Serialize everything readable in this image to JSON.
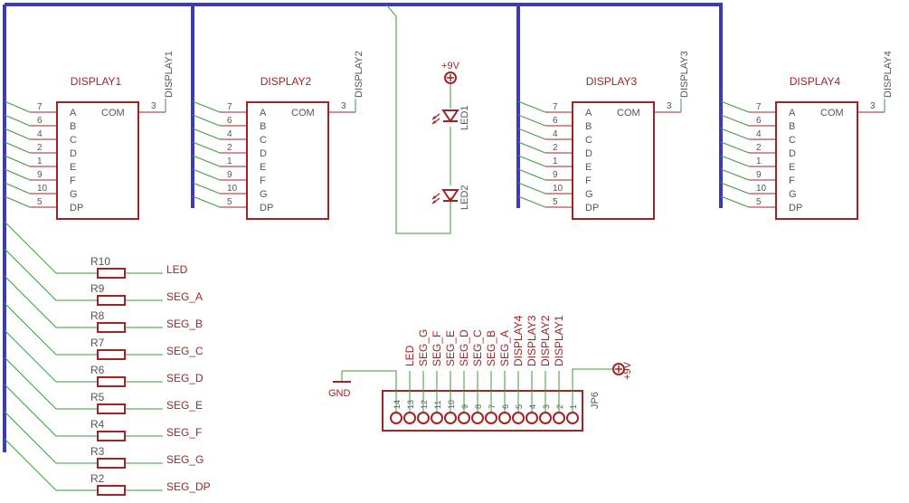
{
  "colors": {
    "bus": "#3c3cb0",
    "wire": "#3d9a3d",
    "part": "#a22323",
    "pin_text": "#555555",
    "background": "#ffffff"
  },
  "displays": [
    {
      "name": "DISPLAY1",
      "value": "DISPLAY1"
    },
    {
      "name": "DISPLAY2",
      "value": "DISPLAY2"
    },
    {
      "name": "DISPLAY3",
      "value": "DISPLAY3"
    },
    {
      "name": "DISPLAY4",
      "value": "DISPLAY4"
    }
  ],
  "display_pins": [
    {
      "num": "7",
      "seg": "A"
    },
    {
      "num": "6",
      "seg": "B"
    },
    {
      "num": "4",
      "seg": "C"
    },
    {
      "num": "2",
      "seg": "D"
    },
    {
      "num": "1",
      "seg": "E"
    },
    {
      "num": "9",
      "seg": "F"
    },
    {
      "num": "10",
      "seg": "G"
    },
    {
      "num": "5",
      "seg": "DP"
    }
  ],
  "com_pin": {
    "label": "COM",
    "num": "3"
  },
  "leds": [
    "LED1",
    "LED2"
  ],
  "power_label": "+9V",
  "resistors": [
    {
      "name": "R10",
      "net": "LED"
    },
    {
      "name": "R9",
      "net": "SEG_A"
    },
    {
      "name": "R8",
      "net": "SEG_B"
    },
    {
      "name": "R7",
      "net": "SEG_C"
    },
    {
      "name": "R6",
      "net": "SEG_D"
    },
    {
      "name": "R5",
      "net": "SEG_E"
    },
    {
      "name": "R4",
      "net": "SEG_F"
    },
    {
      "name": "R3",
      "net": "SEG_G"
    },
    {
      "name": "R2",
      "net": "SEG_DP"
    }
  ],
  "connector": {
    "name": "JP6",
    "pins": [
      {
        "num": "14",
        "net": ""
      },
      {
        "num": "13",
        "net": "LED"
      },
      {
        "num": "12",
        "net": "SEG_G"
      },
      {
        "num": "11",
        "net": "SEG_F"
      },
      {
        "num": "10",
        "net": "SEG_E"
      },
      {
        "num": "9",
        "net": "SEG_D"
      },
      {
        "num": "8",
        "net": "SEG_C"
      },
      {
        "num": "7",
        "net": "SEG_B"
      },
      {
        "num": "6",
        "net": "SEG_A"
      },
      {
        "num": "5",
        "net": "DISPLAY4"
      },
      {
        "num": "4",
        "net": "DISPLAY3"
      },
      {
        "num": "3",
        "net": "DISPLAY2"
      },
      {
        "num": "2",
        "net": "DISPLAY1"
      },
      {
        "num": "1",
        "net": ""
      }
    ],
    "gnd_label": "GND",
    "power_label": "+9V"
  }
}
